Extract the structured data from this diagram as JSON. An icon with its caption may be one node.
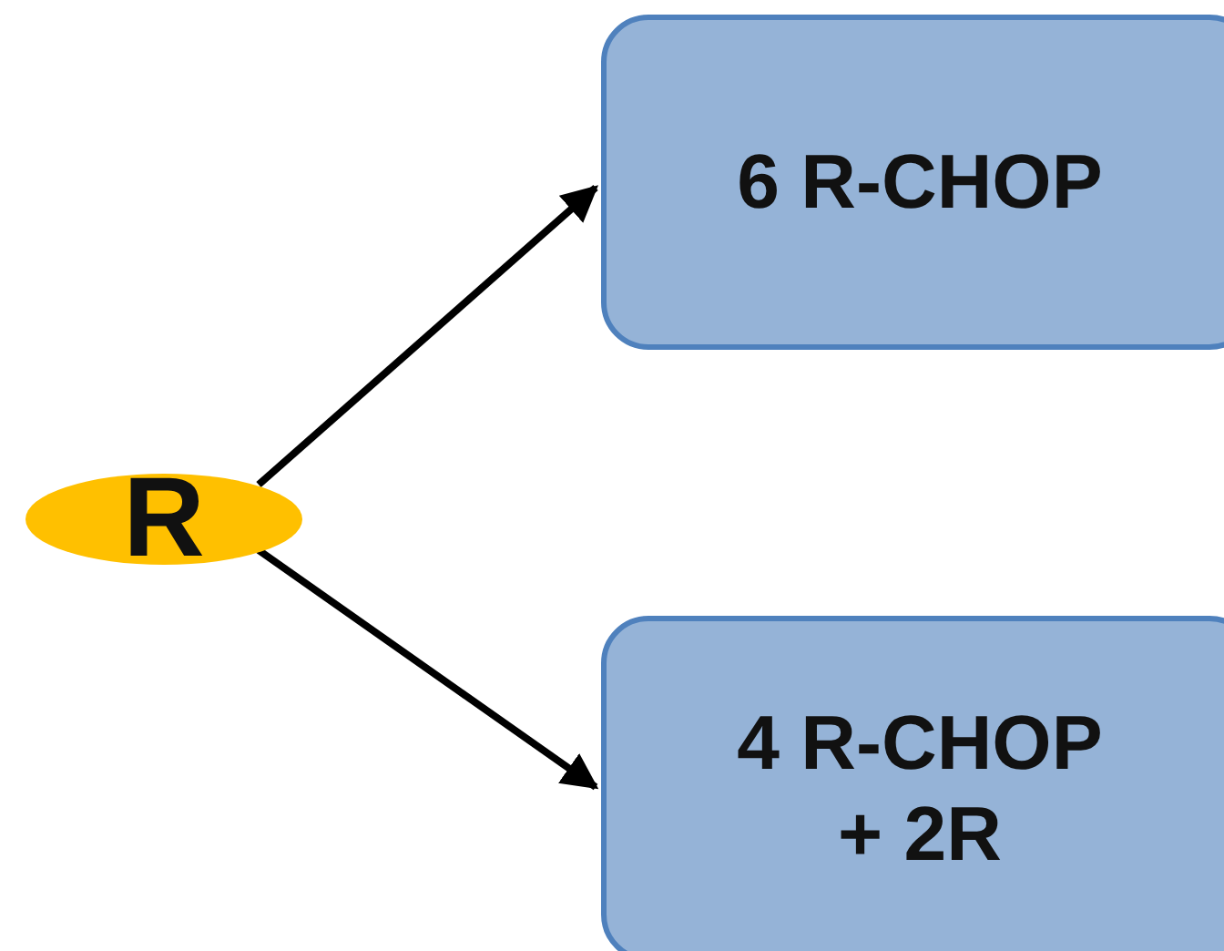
{
  "diagram": {
    "nodes": [
      {
        "text": [
          "R"
        ]
      },
      {
        "text": [
          "6 R-CHOP"
        ]
      },
      {
        "text": [
          "4 R-CHOP + 2R"
        ]
      }
    ],
    "edges": [
      {
        "from": 0,
        "to": 1,
        "arrow": "to"
      },
      {
        "from": 0,
        "to": 2,
        "arrow": "to"
      }
    ]
  }
}
